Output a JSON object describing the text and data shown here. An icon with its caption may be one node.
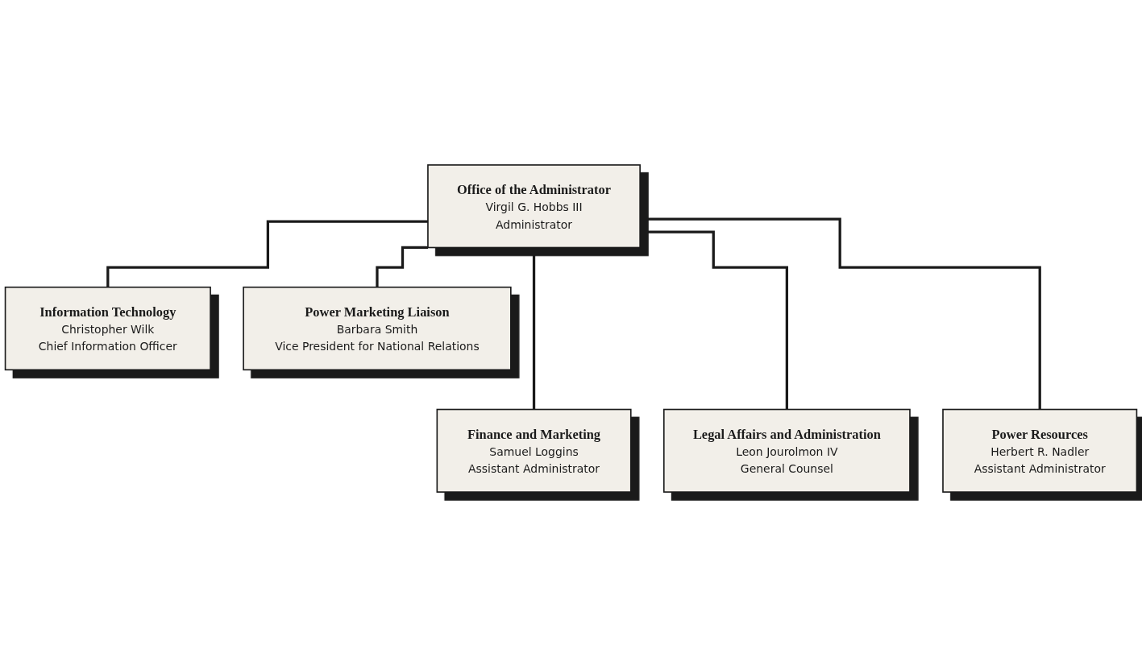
{
  "diagram": {
    "nodes": [
      {
        "text": [
          "Office of the Administrator",
          "Virgil G. Hobbs III",
          "Administrator"
        ]
      },
      {
        "text": [
          "Information Technology",
          "Christopher Wilk",
          "Chief Information Officer"
        ]
      },
      {
        "text": [
          "Power Marketing Liaison",
          "Barbara Smith",
          "Vice President for National Relations"
        ]
      },
      {
        "text": [
          "Finance and Marketing",
          "Samuel Loggins",
          "Assistant Administrator"
        ]
      },
      {
        "text": [
          "Legal Affairs and Administration",
          "Leon Jourolmon IV",
          "General Counsel"
        ]
      },
      {
        "text": [
          "Power Resources",
          "Herbert R. Nadler",
          "Assistant Administrator"
        ]
      }
    ],
    "edges": [
      {
        "from": 0,
        "to": 1,
        "arrow": "none"
      },
      {
        "from": 0,
        "to": 2,
        "arrow": "none"
      },
      {
        "from": 0,
        "to": 3,
        "arrow": "none"
      },
      {
        "from": 0,
        "to": 4,
        "arrow": "none"
      },
      {
        "from": 0,
        "to": 5,
        "arrow": "none"
      }
    ]
  }
}
